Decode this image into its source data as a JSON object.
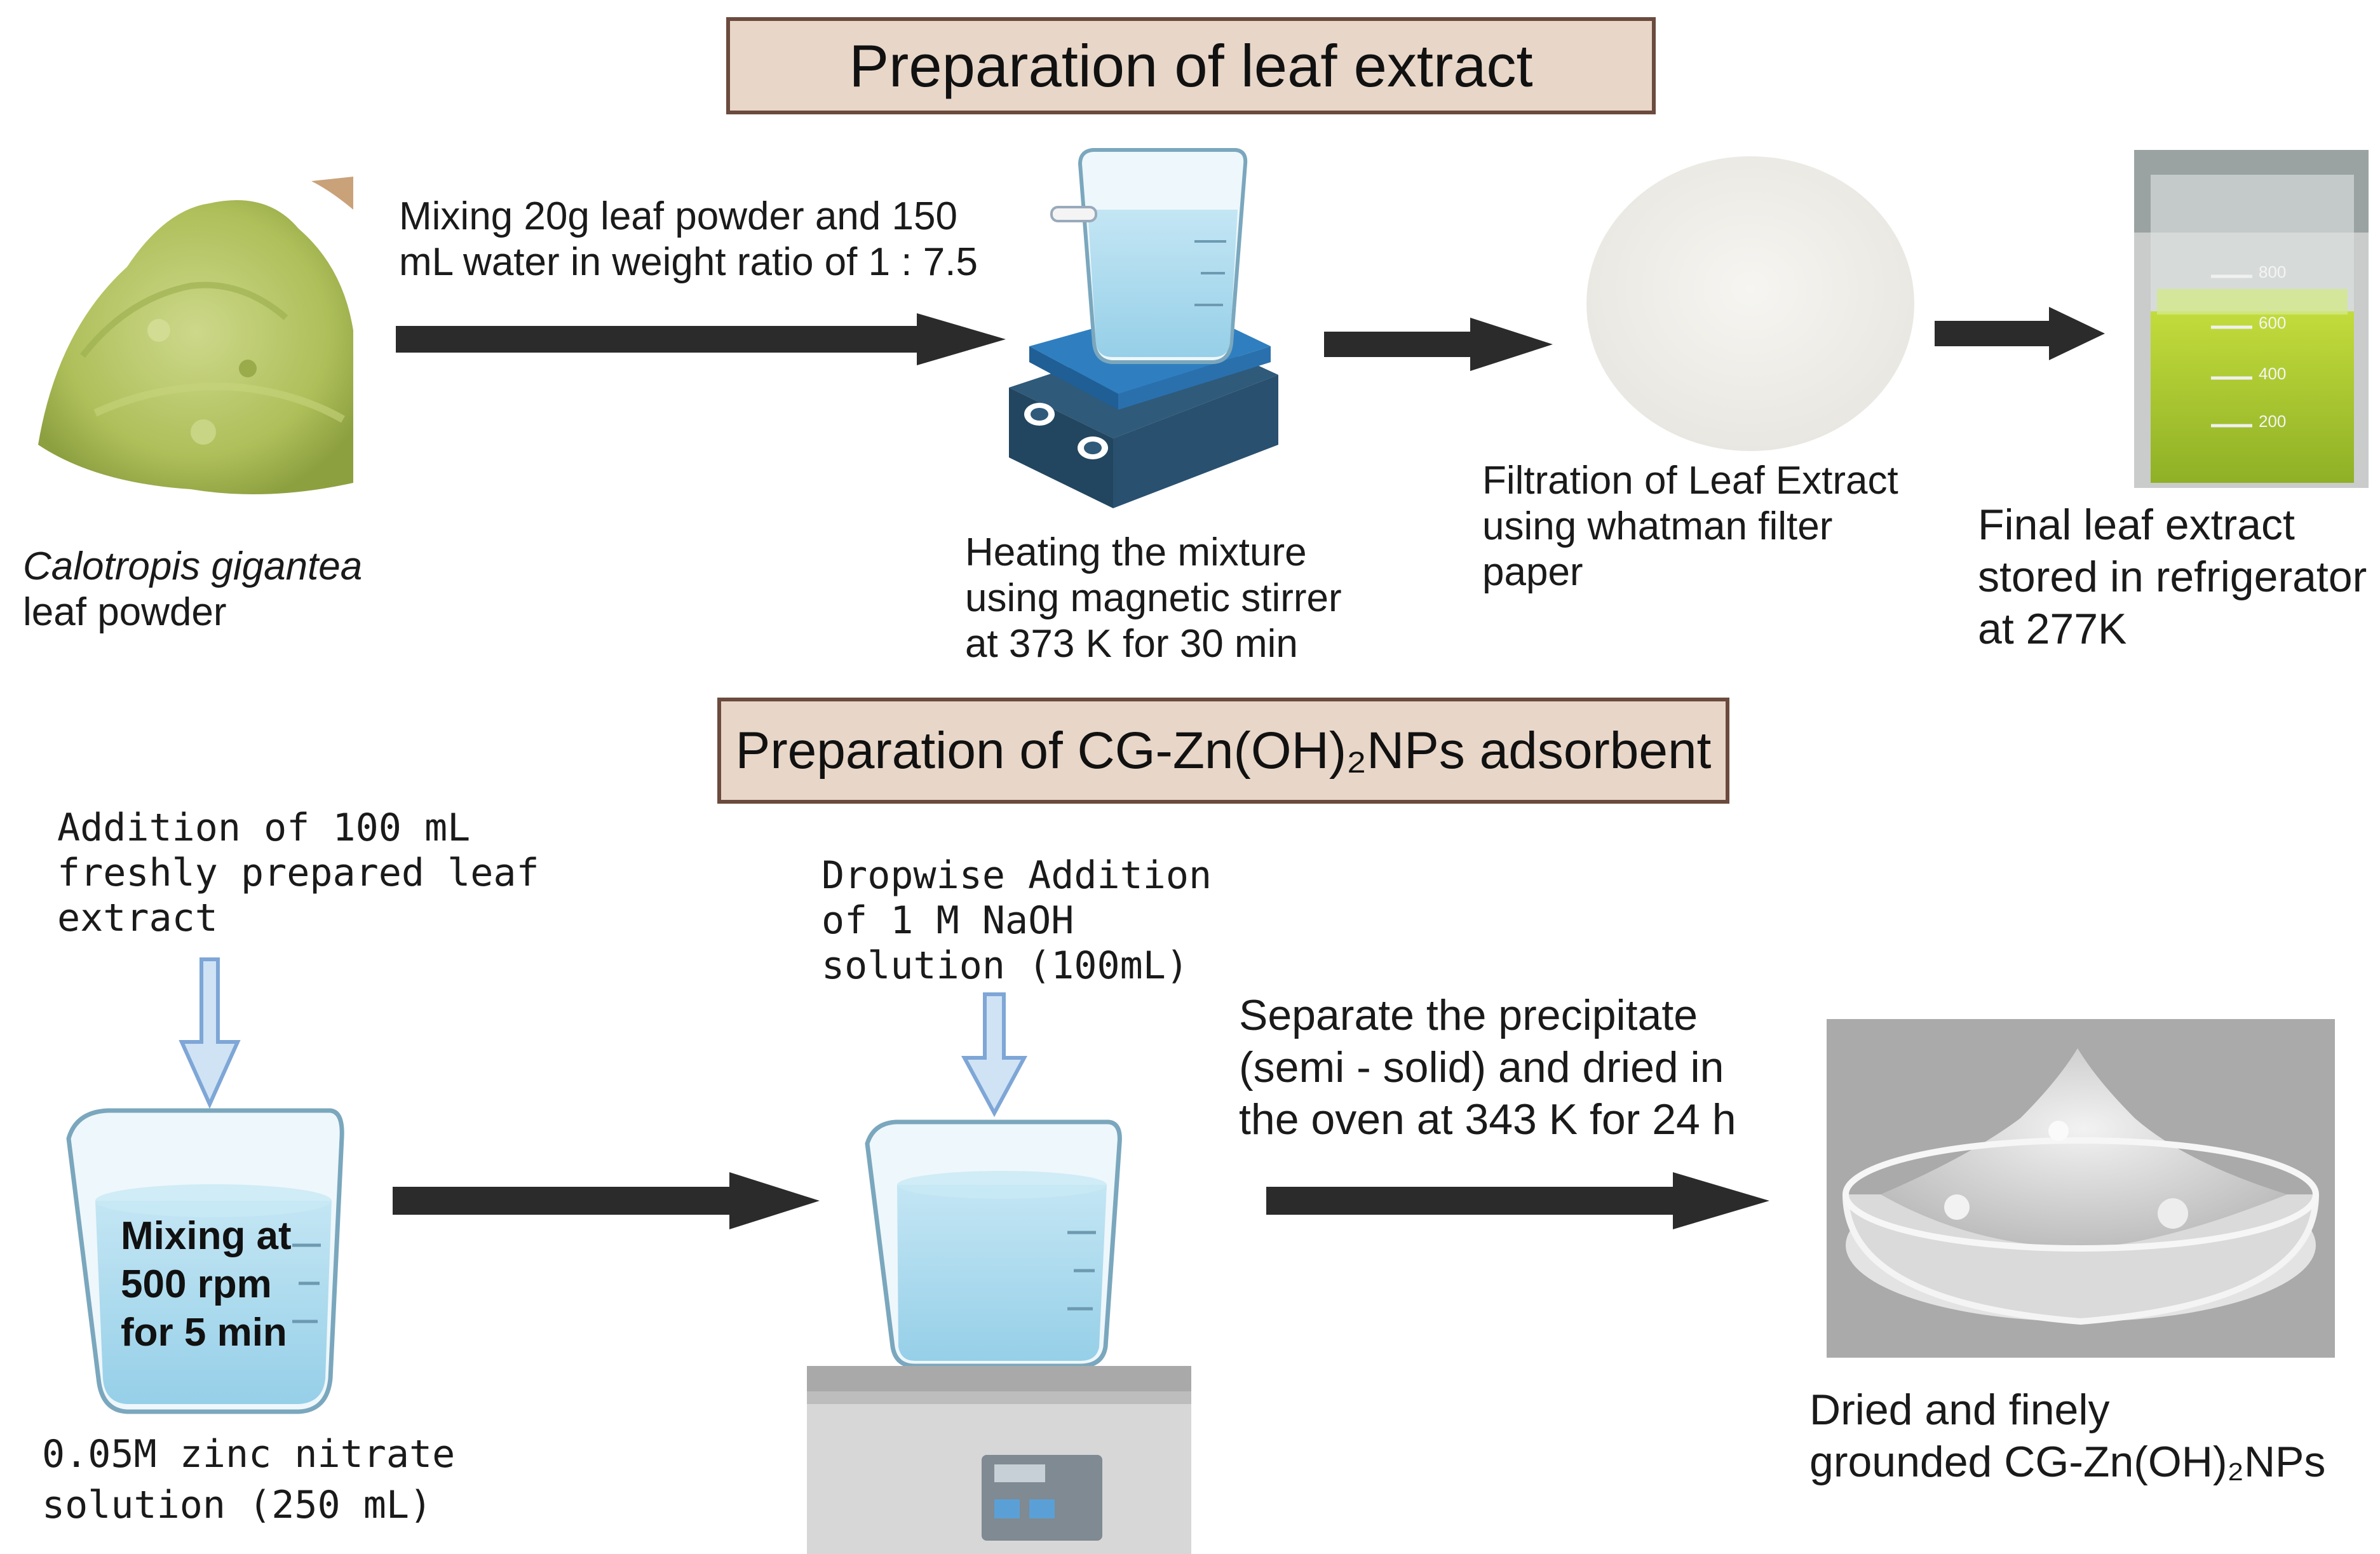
{
  "titles": {
    "leaf_extract": "Preparation of leaf extract",
    "adsorbent": "Preparation of CG-Zn(OH)₂NPs adsorbent"
  },
  "leaf_extract_steps": {
    "powder": {
      "species": "Calotropis gigantea",
      "rest": "leaf powder"
    },
    "mixing": {
      "line1": "Mixing 20g leaf powder and 150",
      "line2": "mL water in  weight ratio of 1 : 7.5"
    },
    "heating": {
      "line1": "Heating the mixture",
      "line2": "using magnetic stirrer",
      "line3": "at 373 K for 30 min"
    },
    "filtration": {
      "line1": "Filtration of Leaf Extract",
      "line2": "using whatman filter",
      "line3": "paper"
    },
    "storage": {
      "line1": "Final leaf extract",
      "line2": "stored in refrigerator",
      "line3": "at 277K"
    },
    "cylinder_marks": [
      "800",
      "600",
      "400",
      "200"
    ]
  },
  "adsorbent_steps": {
    "leaf_addition": {
      "line1": "Addition of 100 mL",
      "line2": "freshly prepared leaf",
      "line3": "extract"
    },
    "mixing_inside": {
      "line1": "Mixing at",
      "line2": "500 rpm",
      "line3": "for 5 min"
    },
    "zinc_solution": {
      "line1": "0.05M zinc nitrate",
      "line2": "solution (250 mL)"
    },
    "naoh_addition": {
      "line1": "Dropwise Addition",
      "line2": "of 1 M  NaOH",
      "line3": "solution (100mL)"
    },
    "separation": {
      "line1": "Separate the precipitate",
      "line2": "(semi - solid) and dried in",
      "line3": "the oven at 343 K for 24 h"
    },
    "final_product": {
      "line1": "Dried and finely",
      "line2": "grounded CG-Zn(OH)₂NPs"
    }
  },
  "colors": {
    "title_fill": "#e8d6c8",
    "title_border": "#6b4b3e",
    "arrow": "#2b2b2b",
    "leaf_powder": "#b9c96a",
    "water": "#a9d8ec",
    "stirrer": "#2f5a7a",
    "stirrer_top": "#2f7fc0",
    "extract": "#a8c830",
    "down_arrow": "#cfe3f5"
  }
}
